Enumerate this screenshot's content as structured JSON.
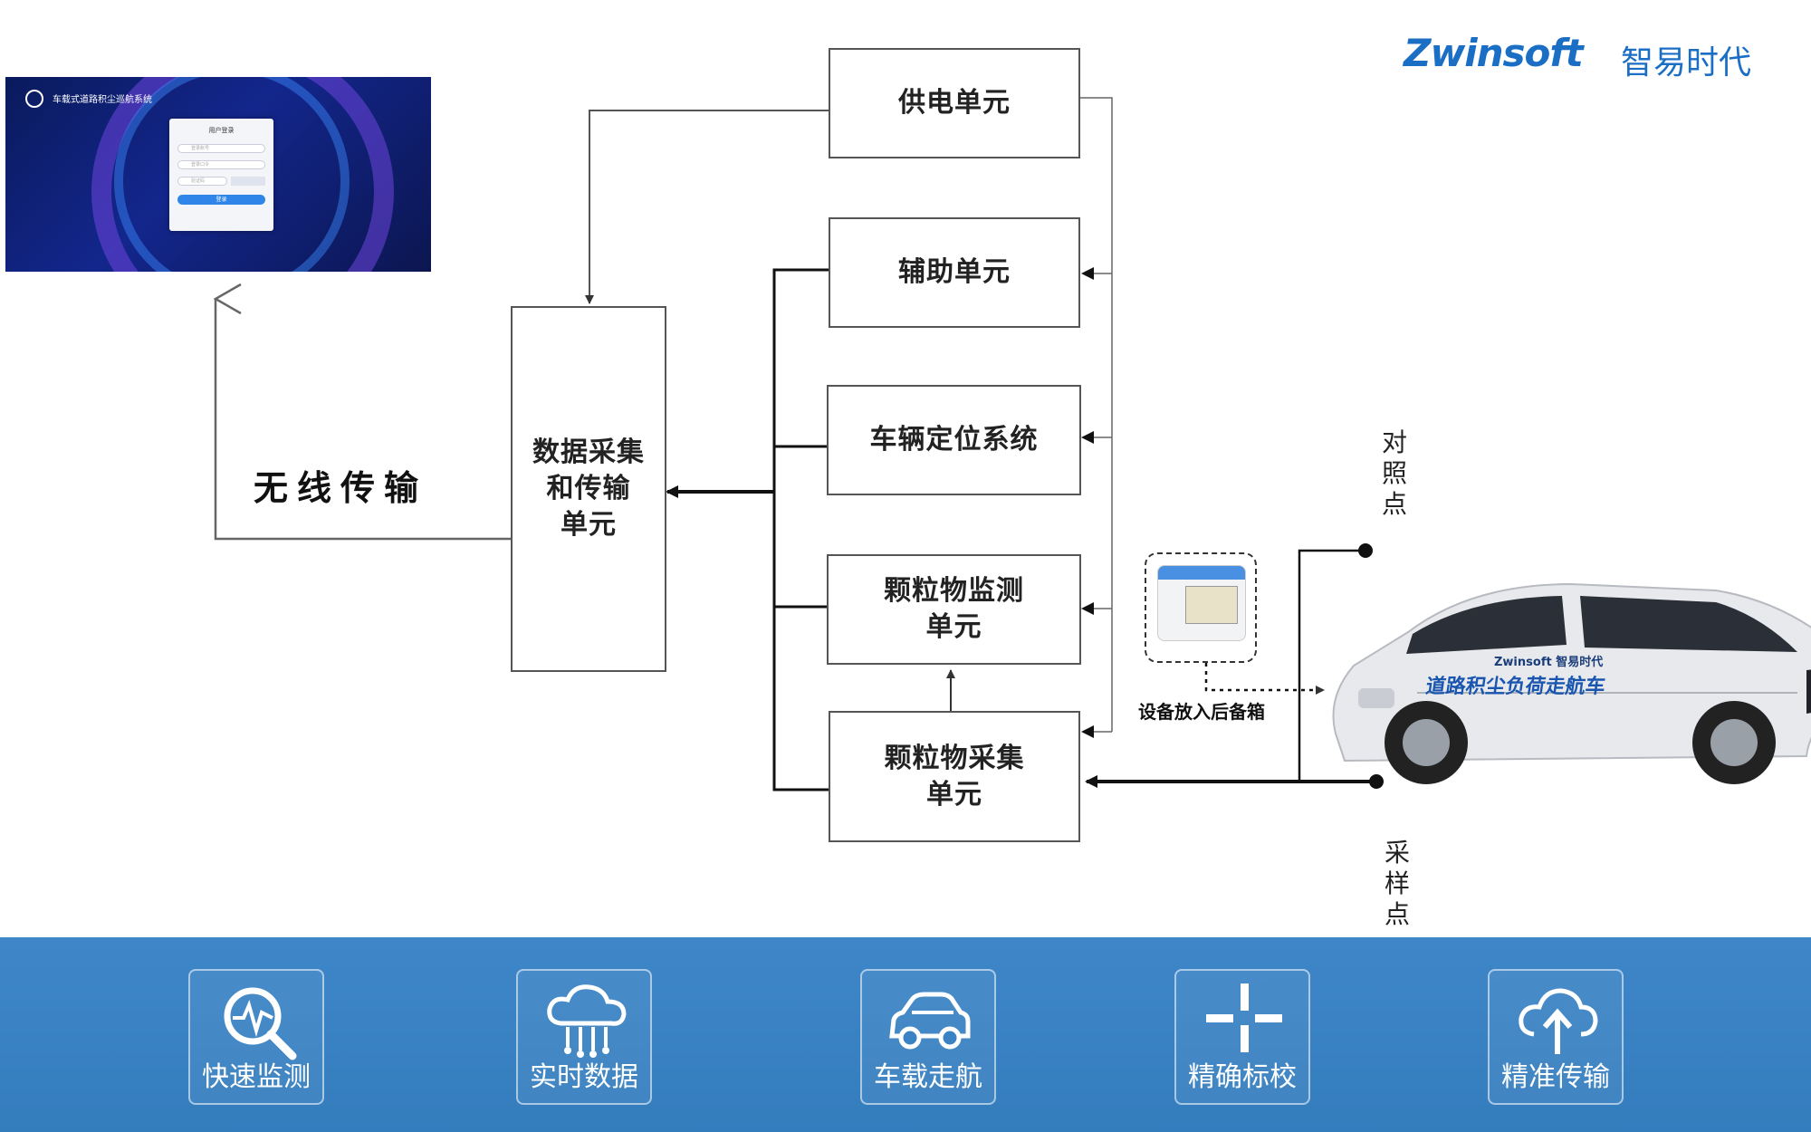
{
  "brand": {
    "logo_text": "Zwinsoft",
    "name_cn": "智易时代",
    "logo_color": "#1a6fc4",
    "accent_color": "#f5a623"
  },
  "login_screenshot": {
    "system_title": "车载式道路积尘巡航系统",
    "card_title": "用户登录",
    "username_placeholder": "登录账号",
    "password_placeholder": "登录口令",
    "captcha_placeholder": "验证码",
    "login_button": "登录"
  },
  "diagram": {
    "center_box": [
      "数据采集",
      "和传输",
      "单元"
    ],
    "units": [
      {
        "id": "power",
        "lines": [
          "供电单元"
        ]
      },
      {
        "id": "aux",
        "lines": [
          "辅助单元"
        ]
      },
      {
        "id": "gps",
        "lines": [
          "车辆定位系统"
        ]
      },
      {
        "id": "monitor",
        "lines": [
          "颗粒物监测",
          "单元"
        ]
      },
      {
        "id": "sampling",
        "lines": [
          "颗粒物采集",
          "单元"
        ]
      }
    ],
    "wireless_label": "无线传输",
    "reference_point": "对照点",
    "sampling_point": "采样点",
    "device_note": "设备放入后备箱",
    "car_body_text": "道路积尘负荷走航车",
    "car_brand_text": "Zwinsoft 智易时代"
  },
  "features": [
    {
      "label": "快速监测",
      "icon": "magnifier-pulse-icon"
    },
    {
      "label": "实时数据",
      "icon": "cloud-network-icon"
    },
    {
      "label": "车载走航",
      "icon": "car-icon"
    },
    {
      "label": "精确标校",
      "icon": "crosshair-icon"
    },
    {
      "label": "精准传输",
      "icon": "cloud-upload-icon"
    }
  ],
  "colors": {
    "bar": "#3a82c4",
    "line": "#555555",
    "screen_bg": "#13268c"
  }
}
